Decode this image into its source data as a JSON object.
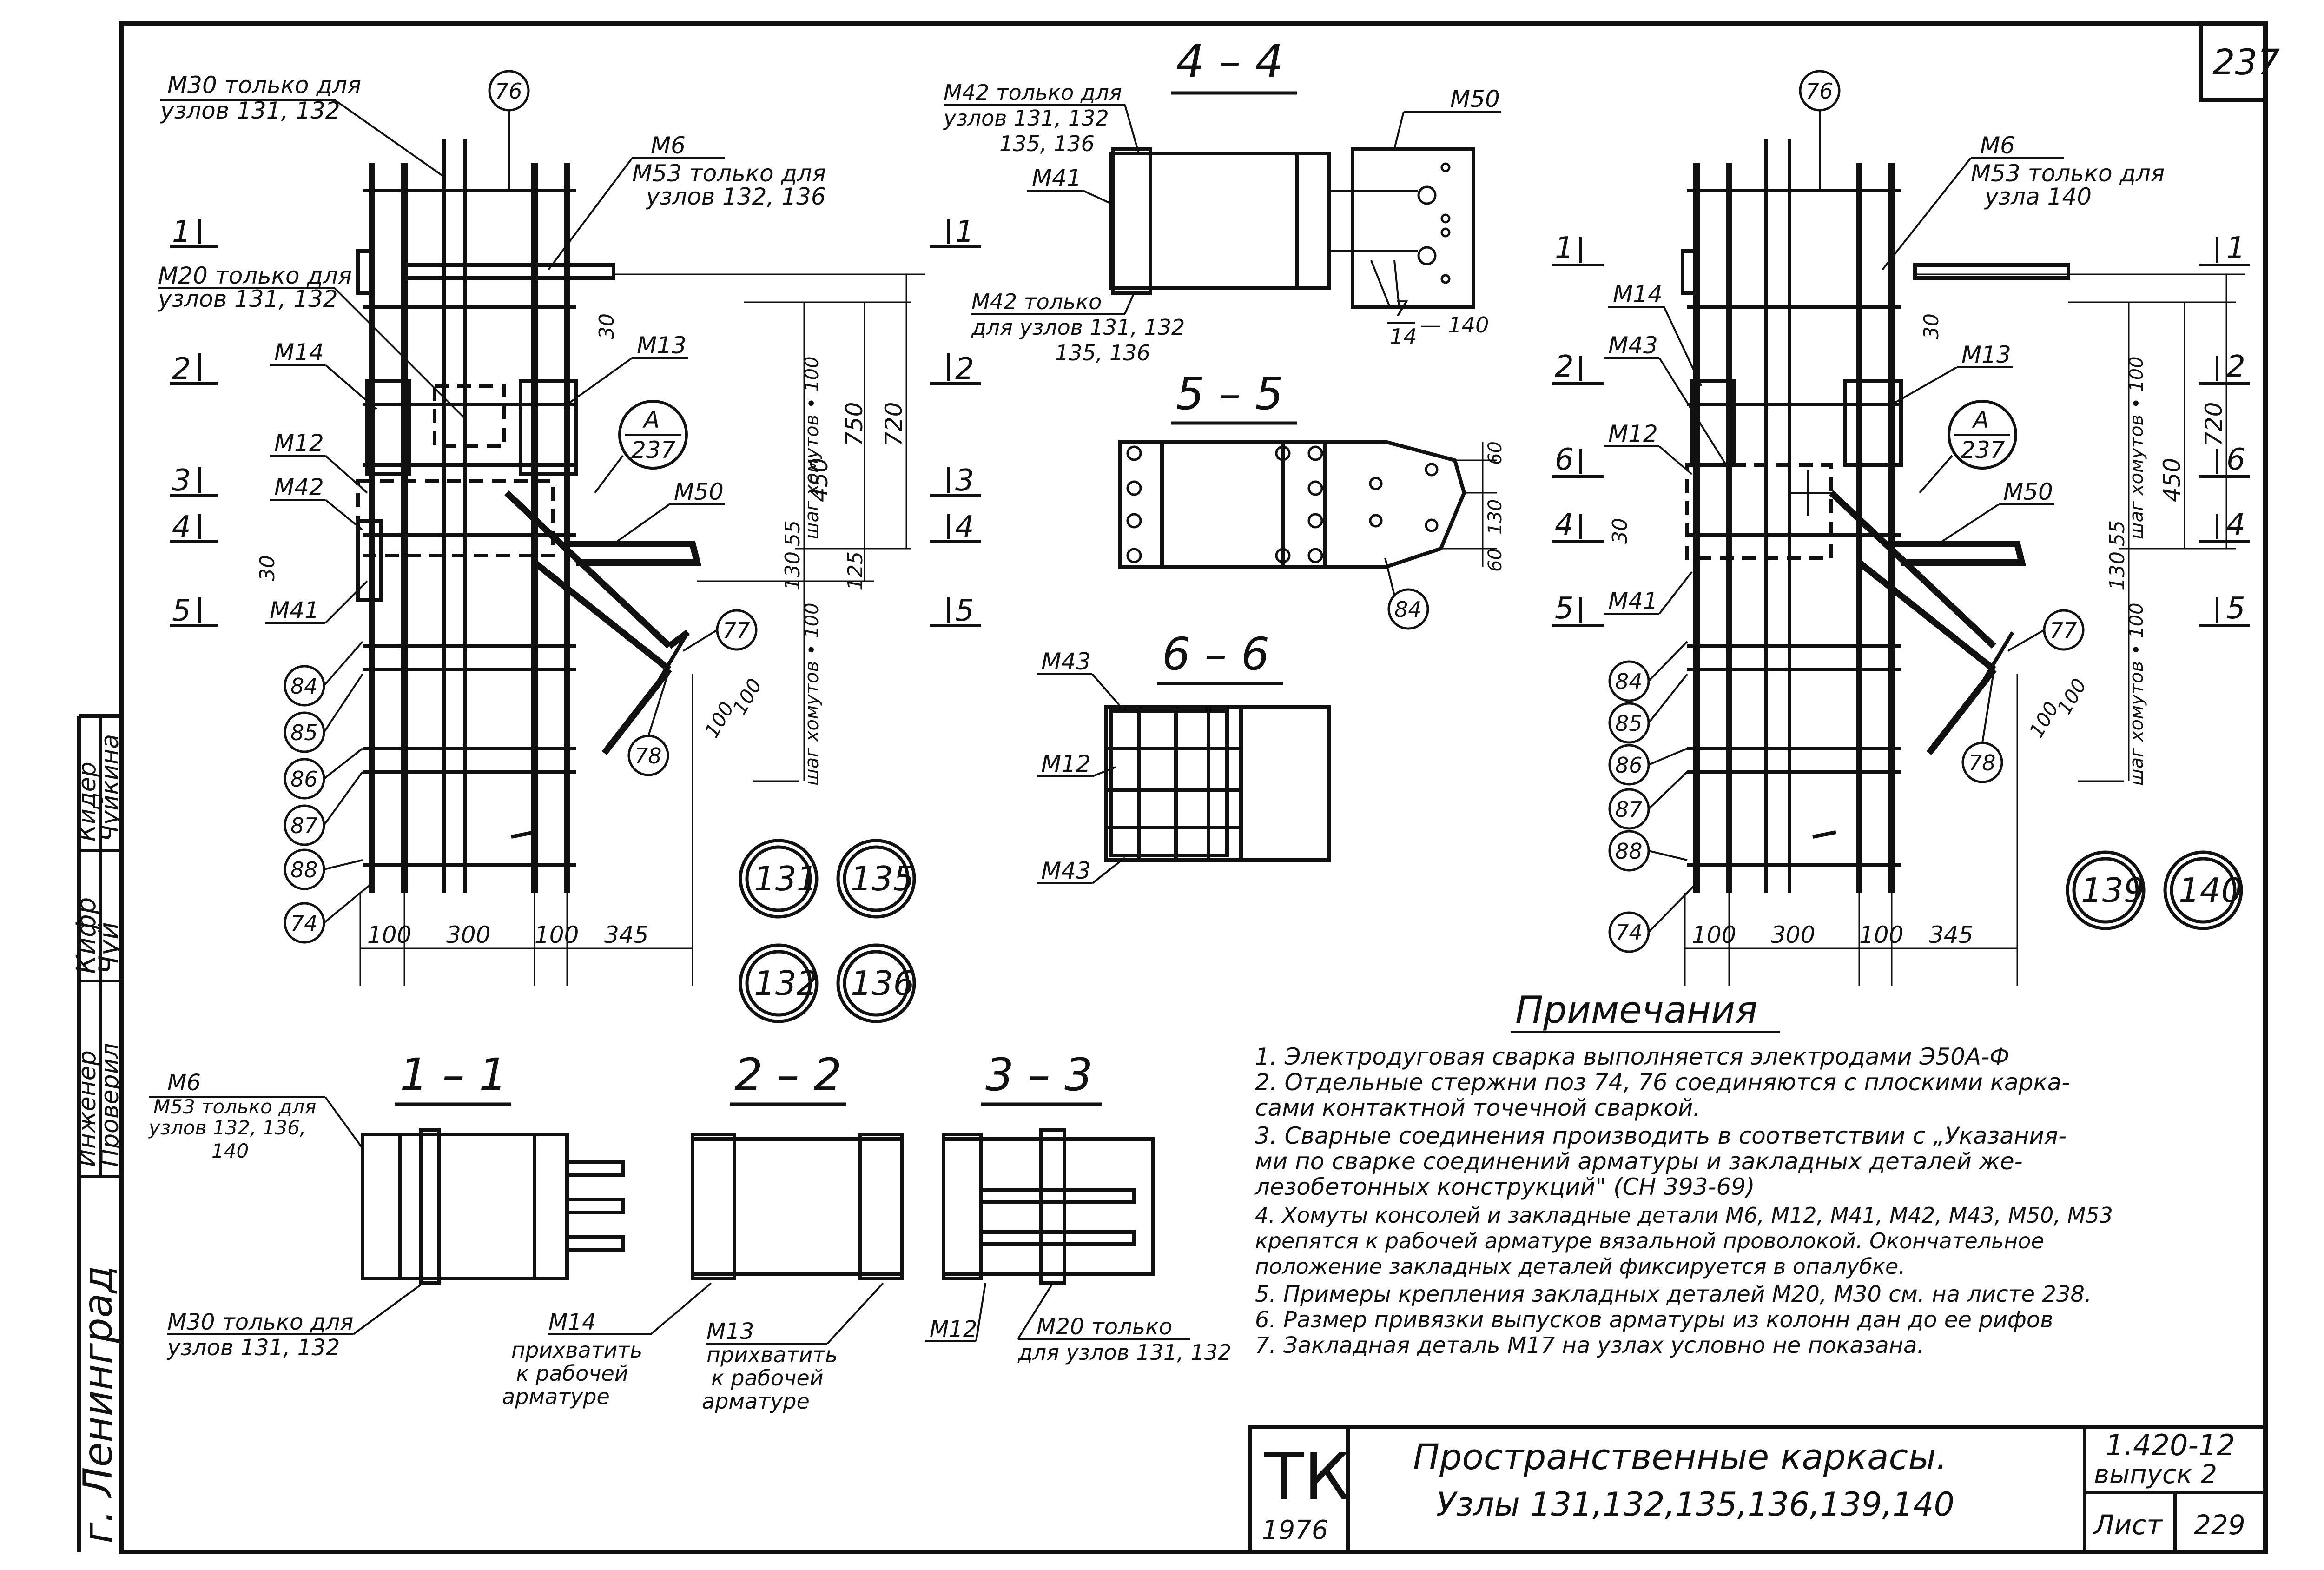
{
  "sheet": {
    "corner_page": "237",
    "stamp_code": "ТК",
    "stamp_year": "1976",
    "title_line1": "Пространственные каркасы.",
    "title_line2": "Узлы 131,132,135,136,139,140",
    "series": "1.420-12",
    "issue": "выпуск 2",
    "sheet_label": "Лист",
    "sheet_number": "229"
  },
  "side_stamp": {
    "city": "г. Ленинград",
    "role_engineer": "Инженер",
    "role_checked": "Проверил",
    "name_1": "Кидер",
    "name_2": "Чуйкина"
  },
  "sections": {
    "s44": "4 – 4",
    "s55": "5 – 5",
    "s66": "6 – 6",
    "s11": "1 – 1",
    "s22": "2 – 2",
    "s33": "3 – 3"
  },
  "left_view": {
    "m30": [
      "М30 только для",
      "узлов 131, 132"
    ],
    "m6": "М6",
    "m53": [
      "М53 только для",
      "узлов 132, 136"
    ],
    "m20": [
      "М20 только для",
      "узлов 131, 132"
    ],
    "m14": "М14",
    "m13": "М13",
    "m12": "М12",
    "m42": "М42",
    "m41": "М41",
    "m50": "М50",
    "ref_num": "А",
    "ref_den": "237",
    "cut_marks": [
      "1",
      "2",
      "3",
      "4",
      "5"
    ],
    "pos": [
      "76",
      "77",
      "78",
      "84",
      "85",
      "86",
      "87",
      "88",
      "74"
    ],
    "nodes": [
      "131",
      "135",
      "132",
      "136"
    ],
    "dims_bottom": [
      "100",
      "300",
      "100",
      "345"
    ],
    "dims_v": [
      "30",
      "750",
      "720",
      "450",
      "55",
      "130",
      "125",
      "30",
      "100",
      "100"
    ],
    "pitch_top": "шаг хомутов • 100",
    "pitch_bot": "шаг хомутов • 100"
  },
  "right_view": {
    "m6": "М6",
    "m53": [
      "М53 только для",
      "узла 140"
    ],
    "m14": "М14",
    "m43": "М43",
    "m13": "М13",
    "m12": "М12",
    "m41": "М41",
    "m50": "М50",
    "ref_num": "А",
    "ref_den": "237",
    "cut_marks_left": [
      "1",
      "2",
      "6",
      "4",
      "5"
    ],
    "cut_marks_right": [
      "1",
      "2",
      "6",
      "4",
      "5"
    ],
    "pos": [
      "76",
      "77",
      "78",
      "84",
      "85",
      "86",
      "87",
      "88",
      "74"
    ],
    "nodes": [
      "139",
      "140"
    ],
    "dims_bottom": [
      "100",
      "300",
      "100",
      "345"
    ],
    "dims_v": [
      "30",
      "720",
      "450",
      "55",
      "130",
      "30",
      "100",
      "100"
    ],
    "pitch_top": "шаг хомутов • 100",
    "pitch_bot": "шаг хомутов • 100"
  },
  "section44": {
    "m42a": [
      "М42 только для",
      "узлов 131, 132",
      "135, 136"
    ],
    "m41": "М41",
    "m42b": [
      "М42 только",
      "для узлов 131, 132",
      "135, 136"
    ],
    "m50": "М50",
    "frac_num": "7",
    "frac_den": "14",
    "frac_tail": "— 140"
  },
  "section55": {
    "dims": [
      "60",
      "130",
      "60"
    ],
    "pos": "84"
  },
  "section66": {
    "m43a": "М43",
    "m12": "М12",
    "m43b": "М43"
  },
  "section11": {
    "m6": "М6",
    "m53": [
      "М53 только для",
      "узлов 132, 136,",
      "140"
    ],
    "m30": [
      "М30 только для",
      "узлов 131, 132"
    ]
  },
  "section22": {
    "m14": [
      "М14",
      "прихватить",
      "к рабочей",
      "арматуре"
    ],
    "m13": [
      "М13",
      "прихватить",
      "к рабочей",
      "арматуре"
    ]
  },
  "section33": {
    "m12": "М12",
    "m20": [
      "М20 только",
      "для узлов 131, 132"
    ]
  },
  "notes": {
    "title": "Примечания",
    "lines": [
      "1. Электродуговая сварка выполняется электродами Э50А-Ф",
      "2. Отдельные стержни поз 74, 76   соединяются с плоскими карка-",
      "    сами контактной точечной сваркой.",
      "3. Сварные соединения производить в соответствии с „Указания-",
      "    ми по сварке соединений арматуры и закладных деталей же-",
      "    лезобетонных конструкций\" (СН 393-69)",
      "4. Хомуты консолей и закладные детали М6, М12, М41, М42, М43, М50, М53",
      "    крепятся к рабочей арматуре вязальной проволокой. Окончательное",
      "    положение закладных деталей фиксируется в опалубке.",
      "5. Примеры крепления закладных деталей М20, М30 см. на листе 238.",
      "6. Размер привязки выпусков арматуры из колонн дан до ее рифов",
      "7. Закладная деталь М17 на узлах условно не показана."
    ]
  }
}
